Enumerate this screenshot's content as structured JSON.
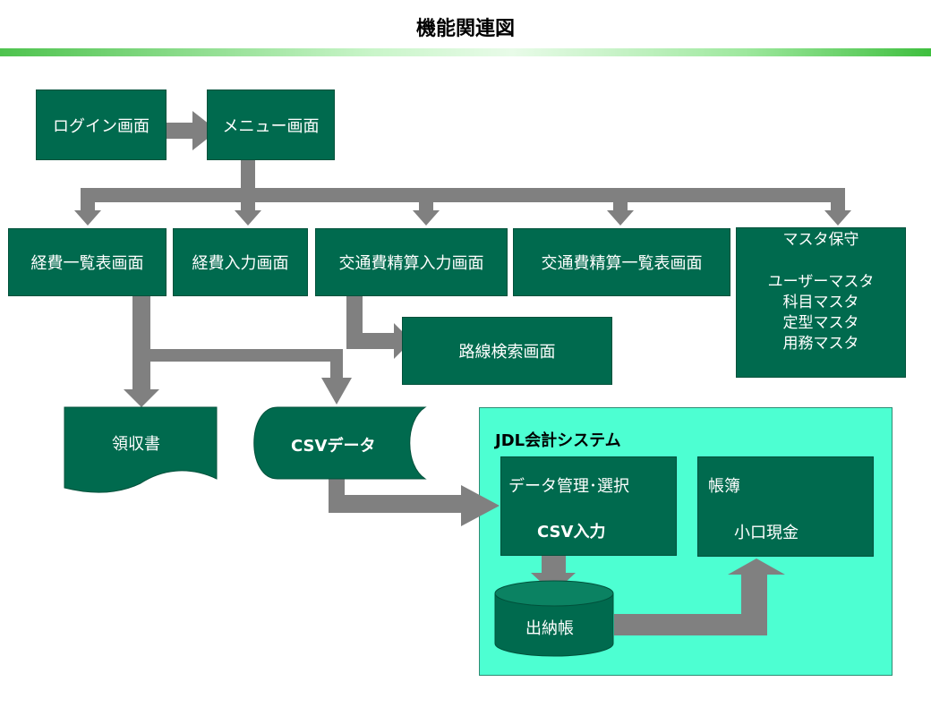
{
  "title": "機能関連図",
  "boxes": {
    "login": "ログイン画面",
    "menu": "メニュー画面",
    "expense_list": "経費一覧表画面",
    "expense_input": "経費入力画面",
    "transport_input": "交通費精算入力画面",
    "transport_list": "交通費精算一覧表画面",
    "route_search": "路線検索画面",
    "receipt": "領収書",
    "csv_data": "CSVデータ"
  },
  "master": {
    "title": "マスタ保守",
    "items": [
      "ユーザーマスタ",
      "科目マスタ",
      "定型マスタ",
      "用務マスタ"
    ]
  },
  "jdl": {
    "title": "JDL会計システム",
    "data_mgmt": "データ管理･選択",
    "csv_input": "CSV入力",
    "ledger": "帳簿",
    "petty_cash": "小口現金",
    "cashbook": "出納帳"
  },
  "colors": {
    "box": "#006a4e",
    "arrow": "#808080",
    "jdl_bg": "#4dffd2"
  }
}
